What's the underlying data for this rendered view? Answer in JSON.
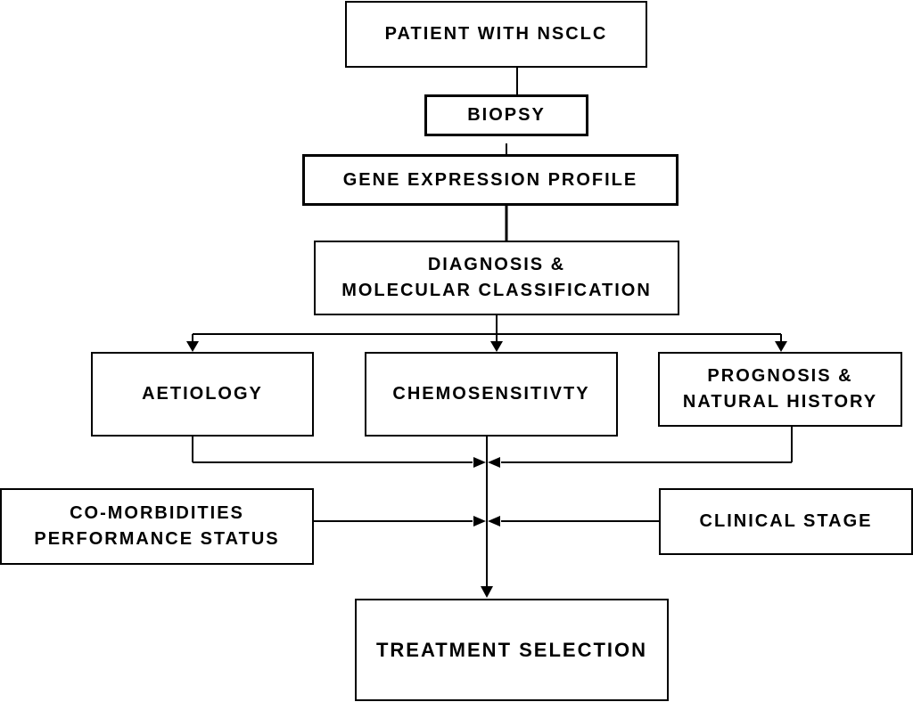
{
  "diagram": {
    "nodes": {
      "patient": "PATIENT WITH NSCLC",
      "biopsy": "BIOPSY",
      "gene_expression": "GENE EXPRESSION PROFILE",
      "diagnosis": "DIAGNOSIS &\nMOLECULAR CLASSIFICATION",
      "aetiology": "AETIOLOGY",
      "chemosensitivity": "CHEMOSENSITIVTY",
      "prognosis": "PROGNOSIS &\nNATURAL HISTORY",
      "comorbidities": "CO-MORBIDITIES\nPERFORMANCE STATUS",
      "clinical_stage": "CLINICAL STAGE",
      "treatment": "TREATMENT SELECTION"
    },
    "colors": {
      "line": "#000000",
      "box_border": "#000000",
      "background": "#ffffff"
    }
  }
}
